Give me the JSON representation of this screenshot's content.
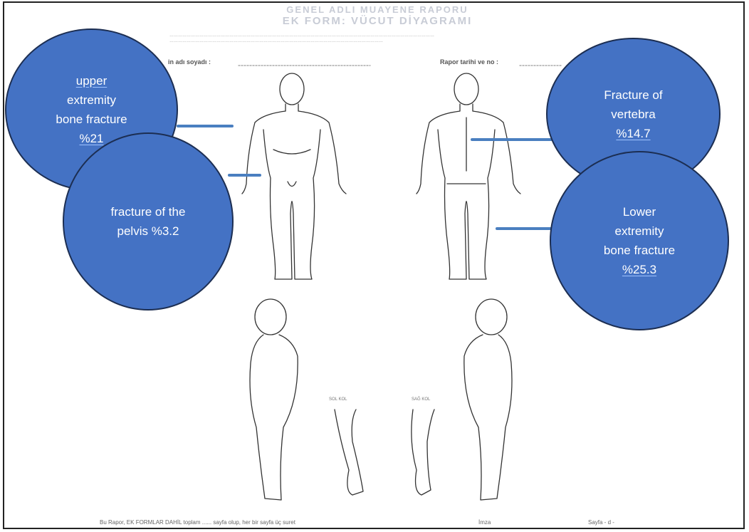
{
  "form": {
    "title_line1": "GENEL ADLI MUAYENE RAPORU",
    "title_line2": "EK FORM: VÜCUT DİYAGRAMI",
    "name_field_label": "in adı soyadı  :",
    "report_field_label": "Rapor tarihi ve no :",
    "left_arm_label": "SOL KOL",
    "right_arm_label": "SAĞ KOL",
    "footer_left": "Bu Rapor, EK FORMLAR DAHİL toplam ...... sayfa olup, her bir sayfa üç suret",
    "footer_mid": "İmza",
    "footer_right": "Sayfa - d -"
  },
  "callouts": [
    {
      "id": "upper-extremity",
      "lines": [
        "upper",
        "extremity",
        "bone fracture",
        "%21"
      ],
      "underlined": [
        "upper",
        "%21"
      ]
    },
    {
      "id": "pelvis",
      "lines": [
        "fracture of the",
        "pelvis %3.2"
      ],
      "underlined": [
        "%3.2"
      ]
    },
    {
      "id": "vertebra",
      "lines": [
        "Fracture of",
        "vertebra",
        "%14.7"
      ],
      "underlined": [
        "%14.7"
      ]
    },
    {
      "id": "lower-extremity",
      "lines": [
        "Lower",
        "extremity",
        "bone fracture",
        "%25.3"
      ],
      "underlined": [
        "%25.3"
      ]
    }
  ],
  "colors": {
    "bubble_fill": "#4472c4",
    "bubble_border": "#1c2e52",
    "arrow": "#4a7fc0",
    "outline": "#333333"
  }
}
